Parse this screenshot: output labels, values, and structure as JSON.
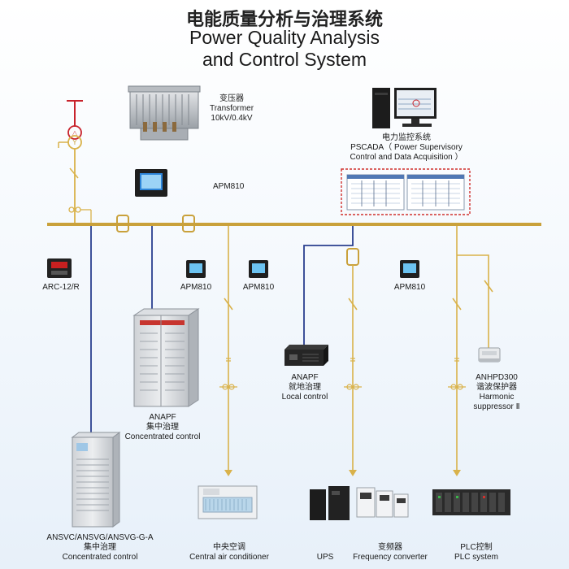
{
  "title": {
    "cn": "电能质量分析与治理系统",
    "en_line1": "Power Quality Analysis",
    "en_line2": "and Control System"
  },
  "colors": {
    "bus": "#c9a13b",
    "feeder": "#d9b24a",
    "blue_line": "#2a3f8f",
    "red_line": "#c8232c",
    "dashed_frame": "#d0312d"
  },
  "labels": {
    "transformer_cn": "变压器",
    "transformer_en": "Transformer",
    "transformer_rating": "10kV/0.4kV",
    "pscada_cn": "电力监控系统",
    "pscada_en1": "PSCADA（ Power Supervisory",
    "pscada_en2": "Control and Data Acquisition ）",
    "apm_main": "APM810",
    "arc": "ARC-12/R",
    "apm_1": "APM810",
    "apm_2": "APM810",
    "apm_3": "APM810",
    "anapf_local_en": "ANAPF",
    "anapf_local_cn": "就地治理",
    "anapf_local_desc": "Local control",
    "anhpd_model": "ANHPD300",
    "anhpd_cn": "谐波保护器",
    "anhpd_en1": "Harmonic",
    "anhpd_en2": "suppressor Ⅱ",
    "anapf_conc_en": "ANAPF",
    "anapf_conc_cn": "集中治理",
    "anapf_conc_desc": "Concentrated control",
    "ansvc_model": "ANSVC/ANSVG/ANSVG-G-A",
    "ansvc_cn": "集中治理",
    "ansvc_desc": "Concentrated control",
    "aircon_cn": "中央空调",
    "aircon_en": "Central air conditioner",
    "ups": "UPS",
    "inverter_cn": "变频器",
    "inverter_en": "Frequency converter",
    "plc_cn": "PLC控制",
    "plc_en": "PLC system"
  }
}
